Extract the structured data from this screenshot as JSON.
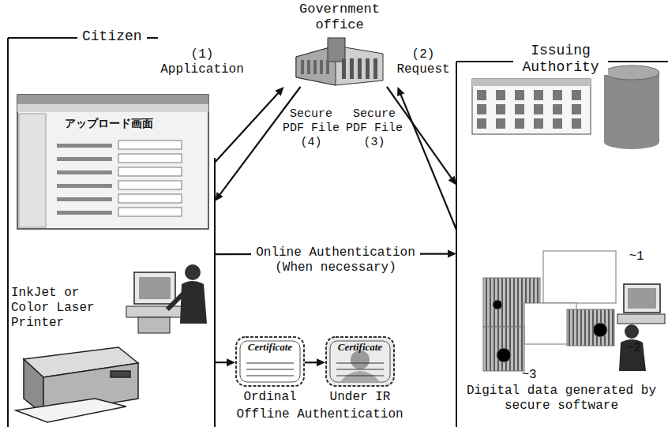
{
  "diagram": {
    "nodes": [
      {
        "text": [
          "Government office"
        ]
      },
      {
        "text": [
          "Citizen"
        ]
      },
      {
        "text": [
          "アップロード画面"
        ],
        "in": 1
      },
      {
        "text": [
          "Issuing Authority"
        ]
      },
      {
        "text": [
          "Certificate",
          "Ordinal"
        ]
      },
      {
        "text": [
          "Certificate",
          "Under IR"
        ]
      }
    ],
    "edges": [
      {
        "from": 1,
        "to": 0,
        "label": "(1) Application",
        "arrow": "to"
      },
      {
        "from": 0,
        "to": 3,
        "label": "(2) Request",
        "arrow": "to"
      },
      {
        "from": 3,
        "to": 0,
        "label": "Secure PDF File (3)",
        "arrow": "to"
      },
      {
        "from": 0,
        "to": 1,
        "label": "Secure PDF File (4)",
        "arrow": "to"
      },
      {
        "from": 1,
        "to": 3,
        "label": "Online Authentication (When necessary)",
        "arrow": "to"
      },
      {
        "from": 1,
        "to": 4,
        "arrow": "to"
      },
      {
        "from": 4,
        "to": 5,
        "arrow": "to"
      }
    ],
    "labels": [
      "InkJet or Color Laser Printer",
      "Offline Authentication",
      "Digital data generated by secure software",
      "~1",
      "~2",
      "~3"
    ]
  }
}
